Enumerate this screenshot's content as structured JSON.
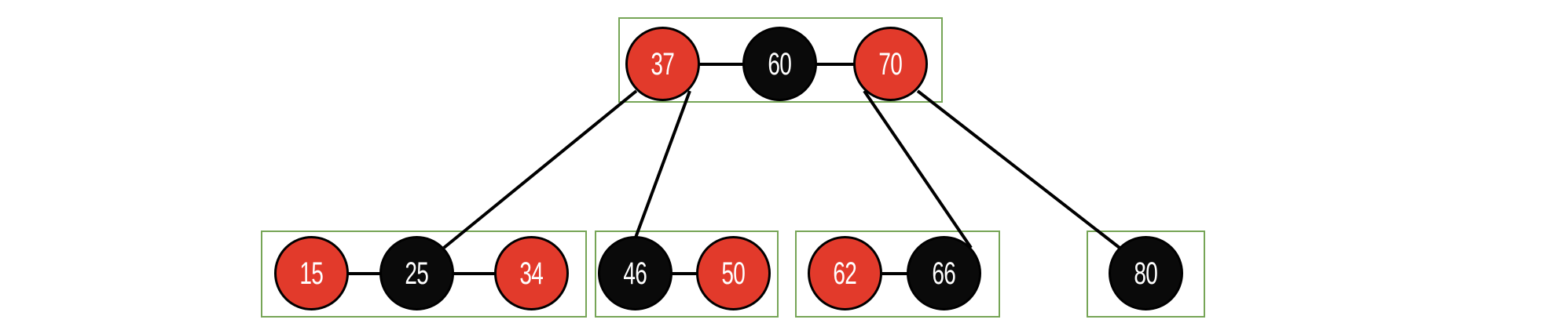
{
  "diagram_type": "red-black-tree-as-2-3-4-tree",
  "colors": {
    "red_node": "#e23a2b",
    "black_node": "#0a0a0a",
    "bucket_border": "#76a556",
    "edge": "#000000",
    "text": "#ffffff",
    "background": "#ffffff"
  },
  "nodes": [
    {
      "value": "37",
      "color": "red"
    },
    {
      "value": "60",
      "color": "black"
    },
    {
      "value": "70",
      "color": "red"
    },
    {
      "value": "15",
      "color": "red"
    },
    {
      "value": "25",
      "color": "black"
    },
    {
      "value": "34",
      "color": "red"
    },
    {
      "value": "46",
      "color": "black"
    },
    {
      "value": "50",
      "color": "red"
    },
    {
      "value": "62",
      "color": "red"
    },
    {
      "value": "66",
      "color": "black"
    },
    {
      "value": "80",
      "color": "black"
    }
  ],
  "buckets": [
    {
      "name": "root-bucket",
      "keys": [
        "37",
        "60",
        "70"
      ]
    },
    {
      "name": "leaf-bucket-1",
      "keys": [
        "15",
        "25",
        "34"
      ]
    },
    {
      "name": "leaf-bucket-2",
      "keys": [
        "46",
        "50"
      ]
    },
    {
      "name": "leaf-bucket-3",
      "keys": [
        "62",
        "66"
      ]
    },
    {
      "name": "leaf-bucket-4",
      "keys": [
        "80"
      ]
    }
  ],
  "sibling_links": [
    [
      "37",
      "60"
    ],
    [
      "60",
      "70"
    ],
    [
      "15",
      "25"
    ],
    [
      "25",
      "34"
    ],
    [
      "46",
      "50"
    ],
    [
      "62",
      "66"
    ]
  ],
  "child_links": [
    [
      "37",
      "25"
    ],
    [
      "37",
      "46"
    ],
    [
      "70",
      "66"
    ],
    [
      "70",
      "80"
    ]
  ]
}
